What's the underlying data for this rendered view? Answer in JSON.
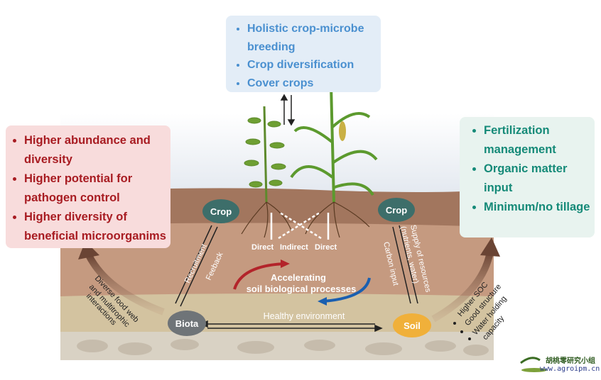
{
  "top_box": {
    "items": [
      "Holistic crop-microbe breeding",
      "Crop diversification",
      "Cover crops"
    ]
  },
  "left_box": {
    "items": [
      "Higher abundance and diversity",
      "Higher potential for pathogen control",
      "Higher diversity of beneficial microorganims"
    ]
  },
  "right_box": {
    "items": [
      "Fertilization management",
      "Organic matter input",
      "Minimum/no tillage"
    ]
  },
  "nodes": {
    "crop_left": "Crop",
    "crop_right": "Crop",
    "biota": "Biota",
    "soil": "Soil"
  },
  "labels": {
    "direct1": "Direct",
    "indirect": "Indirect",
    "direct2": "Direct",
    "recruitment": "Recruitment",
    "feedback": "Feeback",
    "carbon_input": "Carbon input",
    "supply_1": "Supply of resources",
    "supply_2": "(nutrients, water)",
    "cycle_1": "Accelerating",
    "cycle_2": "soil biological processes",
    "healthy": "Healthy environment",
    "food_web_1": "Diverse food web",
    "food_web_2": "and multitrophic",
    "food_web_3": "interactions",
    "soil_1": "Higher SOC",
    "soil_2": "Good structure",
    "soil_3": "Water holding",
    "soil_4": "capacity"
  },
  "watermark": {
    "text": "胡桃零研究小组",
    "url": "www.agroipm.cn"
  },
  "colors": {
    "crop": "#3d6e6a",
    "biota": "#6f7478",
    "soil": "#f0b03a",
    "red": "#a81c22",
    "blue": "#4a90d0",
    "teal": "#158a78"
  }
}
